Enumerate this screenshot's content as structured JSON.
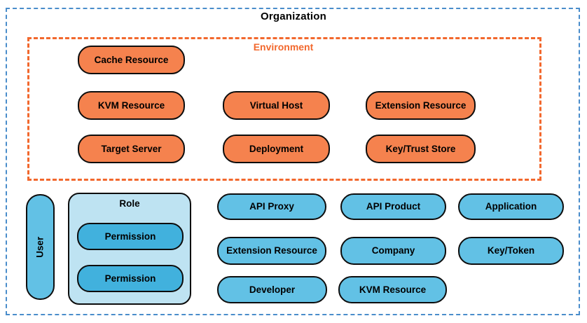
{
  "organization": {
    "title": "Organization",
    "user_label": "User",
    "role": {
      "label": "Role",
      "permissions": [
        "Permission",
        "Permission"
      ]
    },
    "nodes": [
      "API Proxy",
      "API Product",
      "Application",
      "Extension Resource",
      "Company",
      "Key/Token",
      "Developer",
      "KVM Resource"
    ]
  },
  "environment": {
    "title": "Environment",
    "nodes": [
      "Cache Resource",
      "KVM Resource",
      "Virtual Host",
      "Extension Resource",
      "Target Server",
      "Deployment",
      "Key/Trust Store"
    ]
  },
  "colors": {
    "organization_border": "#4a8dcb",
    "environment_border": "#f2682d",
    "environment_label": "#f2682d",
    "environment_node_fill": "#f5824e",
    "organization_node_fill": "#62c1e5",
    "role_container_fill": "#bee3f2",
    "permission_node_fill": "#41b1dd",
    "node_border": "#0d0d0d",
    "node_text": "#000000"
  }
}
